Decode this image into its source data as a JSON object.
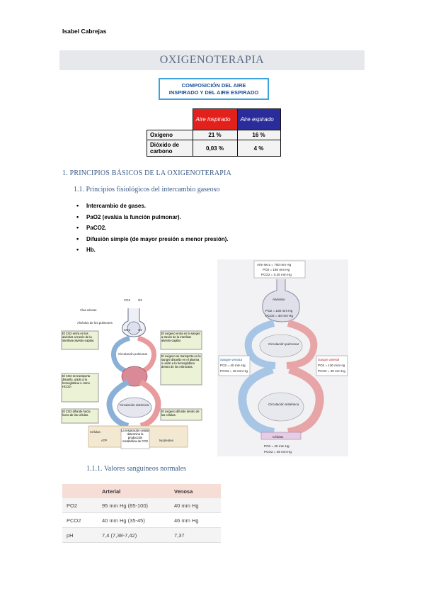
{
  "header": {
    "author": "Isabel Cabrejas"
  },
  "banner": {
    "title": "OXIGENOTERAPIA"
  },
  "air_box": {
    "line1": "COMPOSICIÓN DEL AIRE",
    "line2": "INSPIRADO Y DEL AIRE ESPIRADO"
  },
  "air_table": {
    "headers": [
      "",
      "Aire inspirado",
      "Aire espirado"
    ],
    "rows": [
      [
        "Oxígeno",
        "21 %",
        "16 %"
      ],
      [
        "Dióxido de carbono",
        "0,03 %",
        "4 %"
      ]
    ]
  },
  "section1": {
    "title": "1.  PRINCIPIOS BÁSICOS DE LA OXIGENOTERAPIA"
  },
  "section11": {
    "title": "1.1.  Principios fisiológicos del intercambio gaseoso"
  },
  "bullets": [
    "Intercambio de gases.",
    "PaO2 (evalúa la función pulmonar).",
    "PaCO2.",
    "Difusión simple (de mayor presión a menor presión).",
    "Hb."
  ],
  "left_diagram": {
    "top_gases": [
      "CO2",
      "O2"
    ],
    "vias_aereas": "Vías aéreas",
    "alveolos": "Alvéolos de los pulmones",
    "mid_gases": [
      "CO2",
      "O2"
    ],
    "circ_pulmonar": "Circulación pulmonar",
    "circ_sistemica": "Circulación sistémica",
    "celulas": "Células",
    "atp": "ATP",
    "nutrientes": "Nutrientes",
    "resp_celular": "La respiración celular determina la producción metabólica de CO2",
    "notes_left": [
      "El CO2 entra en los alvéolos a través de la interfase alvéolo-capilar.",
      "El CO2 se transporta disuelto, unido a la hemoglobina o como HCO3-.",
      "El CO2 difunde hacia fuera de las células."
    ],
    "notes_right": [
      "El oxígeno entra en la sangre a través de la interfase alvéolo-capilar.",
      "El oxígeno se transporta en la sangre disuelto en el plasma o unido a la hemoglobina dentro de los eritrocitos.",
      "El oxígeno difunde dentro de las células."
    ]
  },
  "right_diagram": {
    "top_box": [
      "Aire seco = 760 mm Hg",
      "PO2 = 160 mm Hg",
      "PCO2 = 0,25 mm Hg"
    ],
    "alveolos": "Alvéolos",
    "alv_values": [
      "PO2 = 100 mm Hg",
      "PCO2 = 40 mm Hg"
    ],
    "circ_pulmonar": "Circulación pulmonar",
    "venosa_box": [
      "Sangre venosa",
      "PO2 = 40 mm Hg",
      "PCO2 = 46 mm Hg"
    ],
    "arterial_box": [
      "Sangre arterial",
      "PO2 = 100 mm Hg",
      "PCO2 = 40 mm Hg"
    ],
    "circ_sistemica": "Circulación sistémica",
    "celulas": "Células",
    "bottom_values": [
      "PO2 = 40 mm Hg",
      "PCO2 = 46 mm Hg"
    ]
  },
  "section111": {
    "title": "1.1.1.      Valores sanguíneos normales"
  },
  "blood_table": {
    "headers": [
      "",
      "Arterial",
      "Venosa"
    ],
    "rows": [
      [
        "PO2",
        "95  mm  Hg (85-100)",
        "40  mm  Hg"
      ],
      [
        "PCO2",
        "40  mm  Hg (35-45)",
        "46  mm  Hg"
      ],
      [
        "pH",
        "7,4 (7,38-7,42)",
        "7,37"
      ]
    ]
  }
}
